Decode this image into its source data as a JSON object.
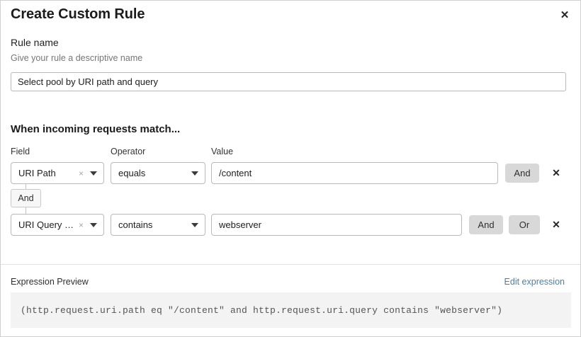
{
  "modal": {
    "title": "Create Custom Rule",
    "close_icon": "close-icon"
  },
  "rule_name": {
    "label": "Rule name",
    "hint": "Give your rule a descriptive name",
    "value": "Select pool by URI path and query",
    "placeholder": "Select pool by URI path and query"
  },
  "conditions": {
    "heading": "When incoming requests match...",
    "columns": {
      "field": "Field",
      "operator": "Operator",
      "value": "Value"
    },
    "connector_chip": "And",
    "rows": [
      {
        "field": "URI Path",
        "operator": "equals",
        "value": "/content",
        "clear_icon": "×",
        "caret_icon": "chevron-down-icon",
        "logic_buttons": [
          "And"
        ],
        "remove_icon": "✕"
      },
      {
        "field": "URI Query St...",
        "operator": "contains",
        "value": "webserver",
        "clear_icon": "×",
        "caret_icon": "chevron-down-icon",
        "logic_buttons": [
          "And",
          "Or"
        ],
        "remove_icon": "✕"
      }
    ]
  },
  "expression_preview": {
    "label": "Expression Preview",
    "edit_link": "Edit expression",
    "code": "(http.request.uri.path eq \"/content\" and http.request.uri.query contains \"webserver\")"
  },
  "colors": {
    "link": "#4a7fa5",
    "pill_bg": "#d8d8d8",
    "code_bg": "#f3f3f3",
    "border": "#b9b9b9"
  }
}
